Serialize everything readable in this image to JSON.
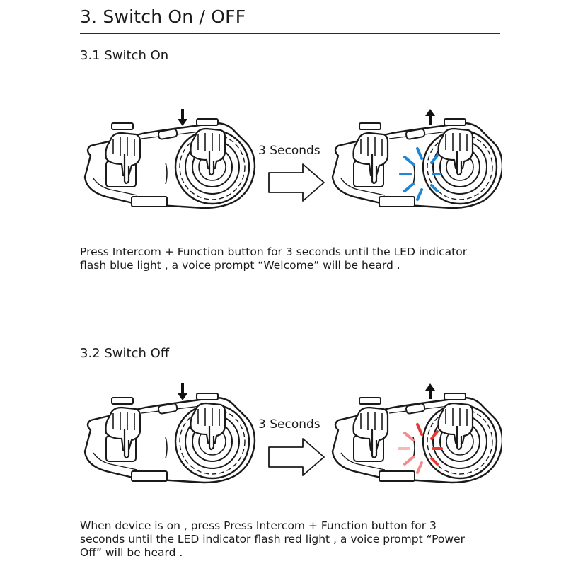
{
  "section": {
    "title": "3. Switch On / OFF"
  },
  "switch_on": {
    "heading": "3.1 Switch On",
    "duration_label": "3 Seconds",
    "description_lines": [
      "Press Intercom + Function button for 3 seconds until the LED indicator",
      "flash blue light , a voice prompt “Welcome” will be heard ."
    ],
    "led_color": "#1e88d8"
  },
  "switch_off": {
    "heading": "3.2 Switch Off",
    "duration_label": "3 Seconds",
    "description_lines": [
      "When device is on , press Press Intercom + Function button for 3",
      "seconds until the LED indicator flash red light , a voice prompt “Power",
      "Off” will be heard ."
    ],
    "led_color": "#e53935"
  }
}
